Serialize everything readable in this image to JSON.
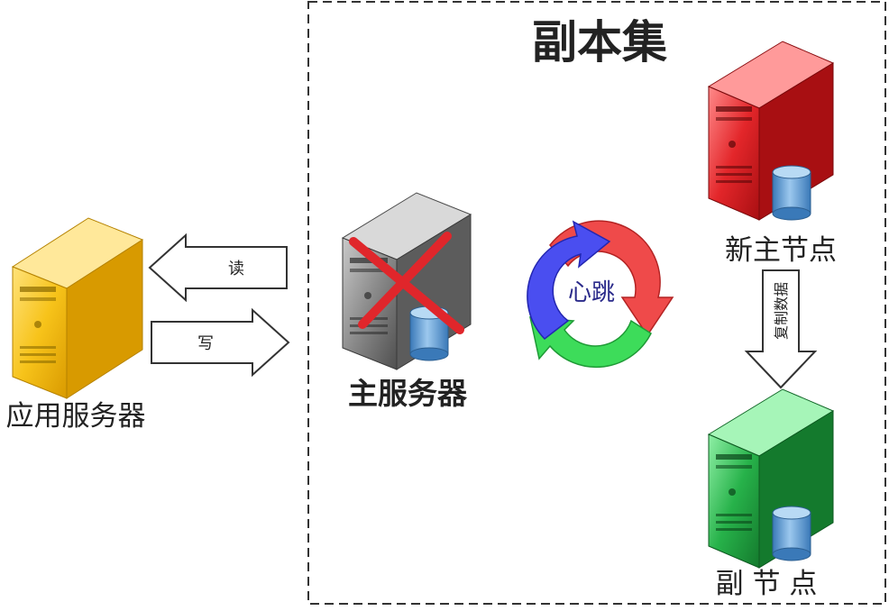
{
  "diagram": {
    "replica_set_title": "副本集",
    "app_server_label": "应用服务器",
    "primary_label": "主服务器",
    "new_primary_label": "新主节点",
    "secondary_label": "副 节 点",
    "read_label": "读",
    "write_label": "写",
    "heartbeat_label": "心跳",
    "replicate_label": "复制数据"
  },
  "colors": {
    "app_server": "#f7c31a",
    "primary_server": "#8a8a8a",
    "new_primary_server": "#e3262a",
    "secondary_server": "#27b24a",
    "database": "#5b9bd5",
    "fail_mark": "#e0262b",
    "cycle_red": "#ef4a4a",
    "cycle_blue": "#4a4ef0",
    "cycle_green": "#3ddc5a"
  },
  "icons": {
    "server": "server-tower-icon",
    "database": "database-cylinder-icon",
    "failure": "cross-mark-icon",
    "heartbeat": "circular-arrows-icon"
  }
}
